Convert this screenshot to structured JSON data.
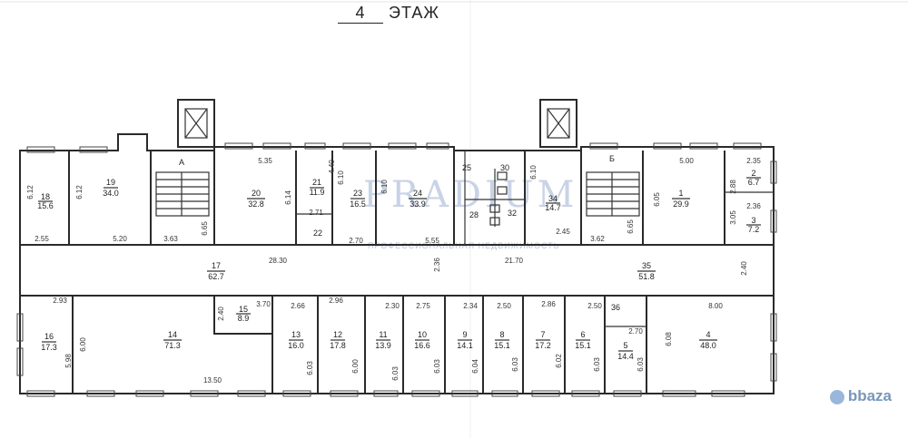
{
  "header": {
    "floor_number": "4",
    "floor_word": "ЭТАЖ"
  },
  "watermark": {
    "brand": "PRADIUM",
    "tagline": "ПРОФЕССИОНАЛЬНАЯ НЕДВИЖИМОСТЬ"
  },
  "stairs": {
    "a": "А",
    "b": "Б"
  },
  "rooms": [
    {
      "n": "1",
      "a": "29.9"
    },
    {
      "n": "2",
      "a": "6.7"
    },
    {
      "n": "3",
      "a": "7.2"
    },
    {
      "n": "4",
      "a": "48.0"
    },
    {
      "n": "5",
      "a": "14.4"
    },
    {
      "n": "6",
      "a": "15.1"
    },
    {
      "n": "7",
      "a": "17.2"
    },
    {
      "n": "8",
      "a": "15.1"
    },
    {
      "n": "9",
      "a": "14.1"
    },
    {
      "n": "10",
      "a": "16.6"
    },
    {
      "n": "11",
      "a": "13.9"
    },
    {
      "n": "12",
      "a": "17.8"
    },
    {
      "n": "13",
      "a": "16.0"
    },
    {
      "n": "14",
      "a": "71.3"
    },
    {
      "n": "15",
      "a": "8.9"
    },
    {
      "n": "16",
      "a": "17.3"
    },
    {
      "n": "17",
      "a": "62.7"
    },
    {
      "n": "18",
      "a": "15.6"
    },
    {
      "n": "19",
      "a": "34.0"
    },
    {
      "n": "20",
      "a": "32.8"
    },
    {
      "n": "21",
      "a": "11.9"
    },
    {
      "n": "22",
      "a": ""
    },
    {
      "n": "23",
      "a": "16.5"
    },
    {
      "n": "24",
      "a": "33.9"
    },
    {
      "n": "25",
      "a": ""
    },
    {
      "n": "28",
      "a": ""
    },
    {
      "n": "30",
      "a": ""
    },
    {
      "n": "32",
      "a": ""
    },
    {
      "n": "34",
      "a": "14.7"
    },
    {
      "n": "35",
      "a": "51.8"
    },
    {
      "n": "36",
      "a": ""
    }
  ],
  "dimensions": [
    "5.35",
    "6.12",
    "6.12",
    "2.55",
    "5.20",
    "3.63",
    "6.65",
    "6.14",
    "4.40",
    "6.10",
    "6.10",
    "2.71",
    "2.70",
    "5.55",
    "6.10",
    "2.45",
    "3.62",
    "6.65",
    "5.00",
    "6.05",
    "2.35",
    "2.88",
    "2.36",
    "3.05",
    "28.30",
    "2.36",
    "21.70",
    "2.40",
    "2.93",
    "3.70",
    "2.66",
    "2.96",
    "2.30",
    "2.75",
    "2.34",
    "2.50",
    "2.86",
    "2.50",
    "2.70",
    "8.00",
    "2.40",
    "6.00",
    "5.98",
    "13.50",
    "6.03",
    "6.00",
    "6.03",
    "6.03",
    "6.04",
    "6.03",
    "6.02",
    "6.03",
    "6.03",
    "6.08"
  ],
  "logo": {
    "text": "bbaza"
  }
}
